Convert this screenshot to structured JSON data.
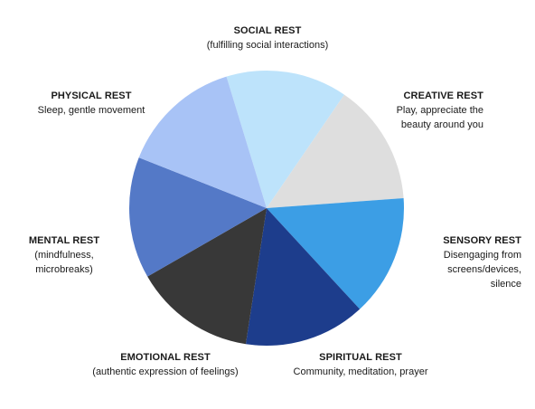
{
  "chart_data": {
    "type": "pie",
    "slices": [
      {
        "title": "SOCIAL REST",
        "desc": "(fulfilling social interactions)",
        "color": "#bde3fb",
        "value": 1
      },
      {
        "title": "CREATIVE REST",
        "desc": "Play, appreciate the beauty around you",
        "color": "#dedede",
        "value": 1
      },
      {
        "title": "SENSORY REST",
        "desc": "Disengaging from screens/devices, silence",
        "color": "#3c9ee5",
        "value": 1
      },
      {
        "title": "SPIRITUAL REST",
        "desc": "Community, meditation, prayer",
        "color": "#1d3d8c",
        "value": 1
      },
      {
        "title": "EMOTIONAL REST",
        "desc": "(authentic expression of feelings)",
        "color": "#383838",
        "value": 1
      },
      {
        "title": "MENTAL REST",
        "desc": "(mindfulness, microbreaks)",
        "color": "#5479c7",
        "value": 1
      },
      {
        "title": "PHYSICAL REST",
        "desc": "Sleep, gentle movement",
        "color": "#a8c3f6",
        "value": 1
      }
    ],
    "start_angle_deg": -107
  }
}
